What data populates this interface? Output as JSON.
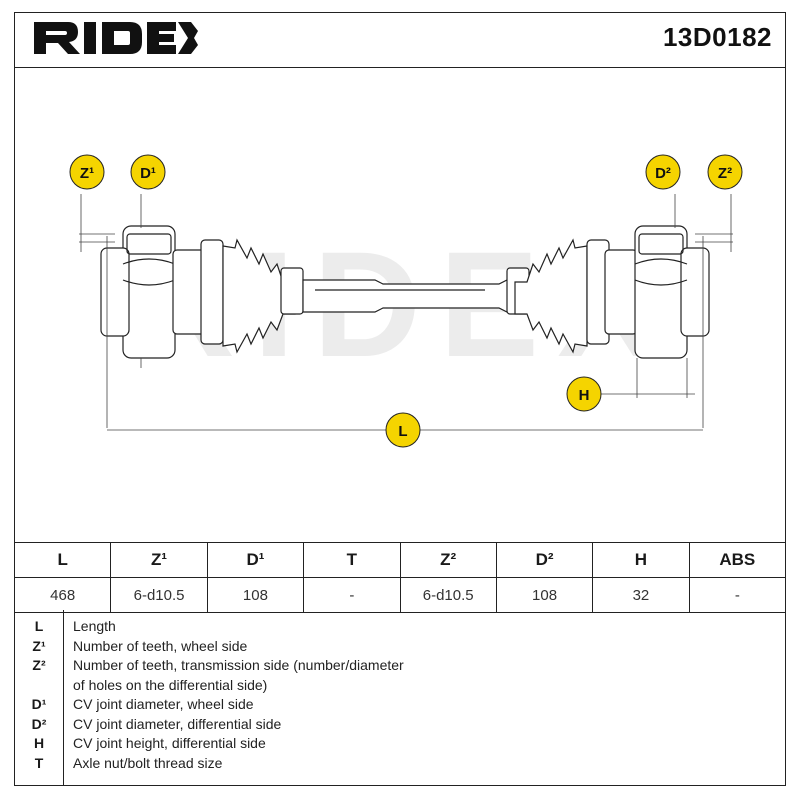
{
  "header": {
    "logo_text": "RIDEX",
    "part_number": "13D0182"
  },
  "drawing": {
    "watermark": "RIDEX",
    "callouts": {
      "z1": "Z¹",
      "d1": "D¹",
      "d2": "D²",
      "z2": "Z²",
      "h": "H",
      "l": "L"
    },
    "accent_color": "#f5d400"
  },
  "spec_table": {
    "headers": [
      "L",
      "Z¹",
      "D¹",
      "T",
      "Z²",
      "D²",
      "H",
      "ABS"
    ],
    "values": [
      "468",
      "6-d10.5",
      "108",
      "-",
      "6-d10.5",
      "108",
      "32",
      "-"
    ]
  },
  "legend": [
    {
      "symbol": "L",
      "text": "Length"
    },
    {
      "symbol": "Z¹",
      "text": "Number of teeth, wheel side"
    },
    {
      "symbol": "Z²",
      "text": "Number of teeth, transmission side (number/diameter"
    },
    {
      "symbol": "",
      "text": "of holes on the differential side)"
    },
    {
      "symbol": "D¹",
      "text": "CV joint diameter, wheel side"
    },
    {
      "symbol": "D²",
      "text": "CV joint diameter, differential side"
    },
    {
      "symbol": "H",
      "text": "CV joint height, differential side"
    },
    {
      "symbol": "T",
      "text": "Axle nut/bolt thread size"
    }
  ]
}
